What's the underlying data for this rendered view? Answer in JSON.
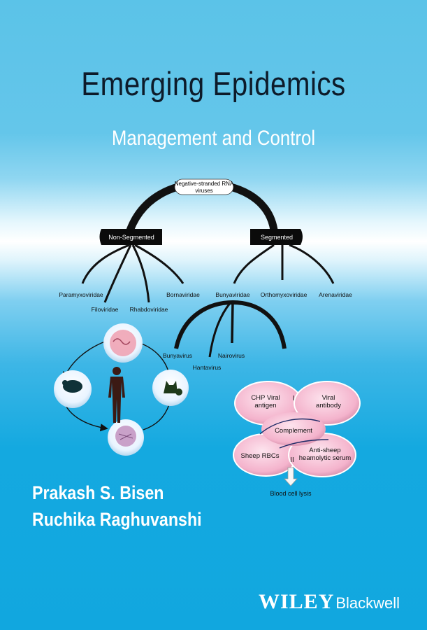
{
  "book": {
    "title": "Emerging Epidemics",
    "subtitle": "Management and Control",
    "authors": [
      "Prakash S. Bisen",
      "Ruchika Raghuvanshi"
    ],
    "publisher": {
      "name": "WILEY",
      "imprint": "Blackwell"
    }
  },
  "virus_tree": {
    "root": [
      "Negative-stranded RNA",
      "viruses"
    ],
    "branches": {
      "non_segmented": "Non-Segmented",
      "segmented": "Segmented"
    },
    "families": [
      "Paramyxoviridae",
      "Filoviridae",
      "Rhabdoviridae",
      "Bornaviridae",
      "Bunyaviridae",
      "Orthomyxoviridae",
      "Arenaviridae"
    ],
    "genera": [
      "Bunyavirus",
      "Hantavirus",
      "Nairovirus"
    ]
  },
  "complement_diagram": {
    "petals": {
      "top_left": [
        "CHP Viral",
        "antigen"
      ],
      "top_right": [
        "Viral",
        "antibody"
      ],
      "center": "Complement",
      "bottom_left": "Sheep RBCs",
      "bottom_right": [
        "Anti-sheep",
        "heamolytic serum"
      ]
    },
    "stage_one": "I",
    "stage_two": "II",
    "result": "Blood cell lysis"
  },
  "colors": {
    "sky_blue": "#11a7df",
    "title_dark": "#0d1b2a",
    "petal_pink": "#f4b3cc"
  }
}
